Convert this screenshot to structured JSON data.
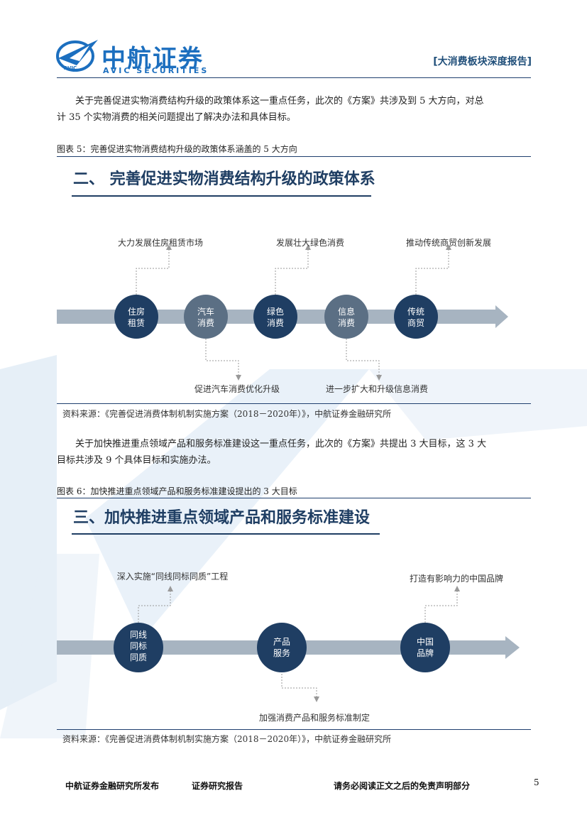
{
  "header": {
    "brand_cn": "中航证券",
    "brand_en": "AVIC SECURITIES",
    "logo_mark_text": "AVIC",
    "report_tag": "[大消费板块深度报告]"
  },
  "paragraph1_line1": "关于完善促进实物消费结构升级的政策体系这一重点任务，此次的《方案》共涉及到 5 大方向，对总",
  "paragraph1_line2": "计 35 个实物消费的相关问题提出了解决办法和具体目标。",
  "figure5": {
    "caption": "图表 5：完善促进实物消费结构升级的政策体系涵盖的 5 大方向",
    "title": "二、 完善促进实物消费结构升级的政策体系",
    "nodes": [
      {
        "line1": "住房",
        "line2": "租赁"
      },
      {
        "line1": "汽车",
        "line2": "消费"
      },
      {
        "line1": "绿色",
        "line2": "消费"
      },
      {
        "line1": "信息",
        "line2": "消费"
      },
      {
        "line1": "传统",
        "line2": "商贸"
      }
    ],
    "labels_top": [
      "大力发展住房租赁市场",
      "发展壮大绿色消费",
      "推动传统商贸创新发展"
    ],
    "labels_bottom": [
      "促进汽车消费优化升级",
      "进一步扩大和升级信息消费"
    ],
    "source": "资料来源：《完善促进消费体制机制实施方案（2018－2020年）》，中航证券金融研究所"
  },
  "paragraph2_line1": "关于加快推进重点领域产品和服务标准建设这一重点任务，此次的《方案》共提出 3 大目标，这 3 大",
  "paragraph2_line2": "目标共涉及 9 个具体目标和实施办法。",
  "figure6": {
    "caption": "图表 6：加快推进重点领域产品和服务标准建设提出的 3 大目标",
    "title": "三、加快推进重点领域产品和服务标准建设",
    "nodes": [
      {
        "line1": "同线",
        "line2": "同标",
        "line3": "同质"
      },
      {
        "line1": "产品",
        "line2": "服务",
        "line3": ""
      },
      {
        "line1": "中国",
        "line2": "品牌",
        "line3": ""
      }
    ],
    "labels_top": [
      "深入实施“同线同标同质”工程",
      "打造有影响力的中国品牌"
    ],
    "labels_bottom": [
      "加强消费产品和服务标准制定"
    ],
    "source": "资料来源：《完善促进消费体制机制实施方案（2018－2020年）》，中航证券金融研究所"
  },
  "footer": {
    "left": "中航证券金融研究所发布",
    "mid": "证券研究报告",
    "right": "请务必阅读正文之后的免责声明部分",
    "page_number": "5"
  },
  "colors": {
    "brand_blue": "#1c6fbf",
    "navy": "#1f3e63",
    "node_dark": "#1f3e63",
    "node_gray": "#5b6f84",
    "arrow_gray": "#a7b4c1",
    "watermark": "#dce8f4"
  }
}
